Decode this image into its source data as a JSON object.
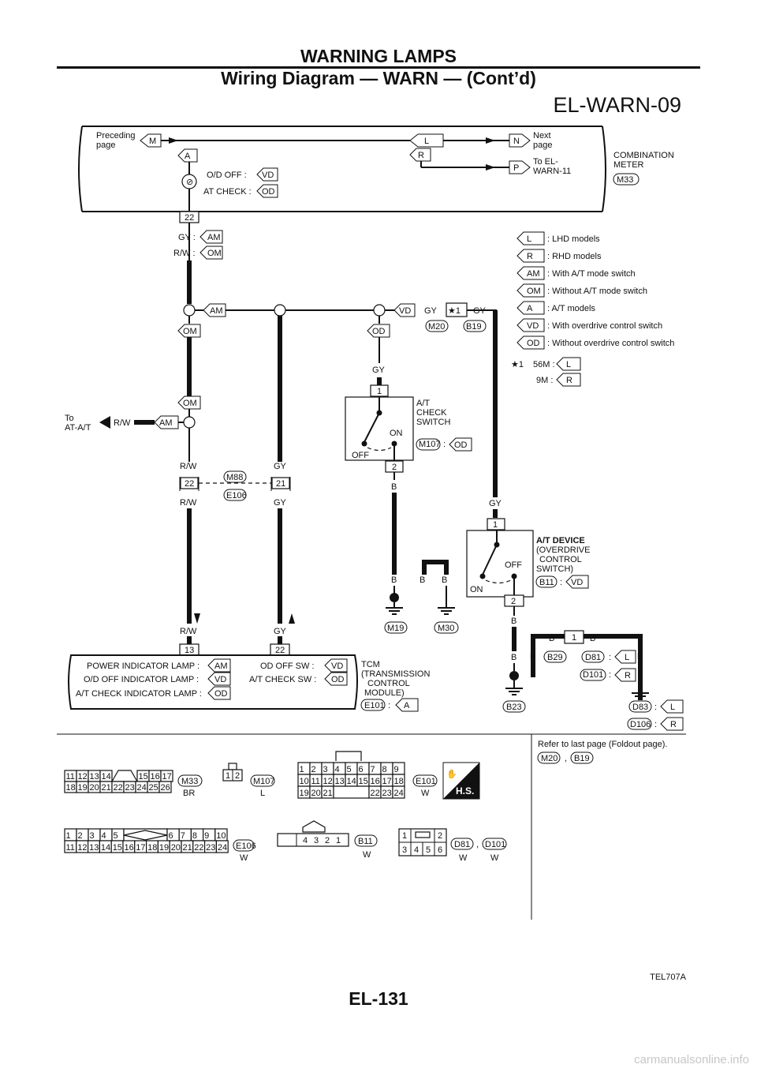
{
  "header": {
    "section": "WARNING LAMPS",
    "subtitle": "Wiring Diagram — WARN — (Cont’d)",
    "sheet": "EL-WARN-09"
  },
  "meter": {
    "preceding": "Preceding",
    "preceding2": "page",
    "next": "Next",
    "next2": "page",
    "to_el": "To EL-",
    "to_el2": "WARN-11",
    "name": "COMBINATION",
    "name2": "METER",
    "conn": "M33",
    "M": "M",
    "A": "A",
    "L": "L",
    "R": "R",
    "N": "N",
    "P": "P",
    "odoff": "O/D OFF  :",
    "atcheck": "AT CHECK  :",
    "VD": "VD",
    "OD": "OD",
    "pin": "22"
  },
  "legend": [
    {
      "tag": "L",
      "text": ": LHD models"
    },
    {
      "tag": "R",
      "text": ": RHD models"
    },
    {
      "tag": "AM",
      "text": ": With A/T mode switch"
    },
    {
      "tag": "OM",
      "text": ": Without A/T mode switch"
    },
    {
      "tag": "A",
      "text": ": A/T models"
    },
    {
      "tag": "VD",
      "text": ": With overdrive control switch"
    },
    {
      "tag": "OD",
      "text": ": Without overdrive control switch"
    }
  ],
  "star": {
    "mark": "★1",
    "line1": "56M :",
    "tag1": "L",
    "line2": "9M :",
    "tag2": "R"
  },
  "wires": {
    "GY": "GY",
    "RW": "R/W",
    "B": "B",
    "gy_colon": "GY :",
    "rw_colon": "R/W :",
    "AM": "AM",
    "OM": "OM",
    "VD": "VD",
    "OD": "OD",
    "to": "To",
    "to2": "AT-A/T",
    "star1": "★1",
    "m20": "M20",
    "b19": "B19",
    "m88": "M88",
    "e106": "E106",
    "p22": "22",
    "p21": "21",
    "p1": "1",
    "p2": "2",
    "p13": "13"
  },
  "atcheck": {
    "l1": "A/T",
    "l2": "CHECK",
    "l3": "SWITCH",
    "on": "ON",
    "off": "OFF",
    "conn": "M107",
    "colon": ":",
    "tag": "OD"
  },
  "atdevice": {
    "l1": "A/T DEVICE",
    "l2": "(OVERDRIVE",
    "l3": "CONTROL",
    "l4": "SWITCH)",
    "on": "ON",
    "off": "OFF",
    "conn": "B11",
    "colon": ":",
    "tag": "VD"
  },
  "grounds": {
    "m19": "M19",
    "m30": "M30",
    "b23": "B23"
  },
  "lower_right": {
    "b29": "B29",
    "d81": "D81",
    "d101": "D101",
    "d83": "D83",
    "d106": "D106",
    "L": "L",
    "R": "R",
    "colon": ":",
    "one": "1"
  },
  "tcm": {
    "power": "POWER INDICATOR LAMP :",
    "odoff": "O/D OFF INDICATOR LAMP :",
    "atcheck": "A/T CHECK INDICATOR LAMP :",
    "odsw": "OD OFF SW :",
    "atsw": "A/T CHECK SW :",
    "AM": "AM",
    "VD": "VD",
    "OD": "OD",
    "name1": "TCM",
    "name2": "(TRANSMISSION",
    "name3": "CONTROL",
    "name4": "MODULE)",
    "conn": "E101",
    "colon": ":",
    "tag": "A"
  },
  "connectors": {
    "m33_top": [
      "11",
      "12",
      "13",
      "14",
      "15",
      "16",
      "17"
    ],
    "m33_bot": [
      "18",
      "19",
      "20",
      "21",
      "22",
      "23",
      "24",
      "25",
      "26"
    ],
    "m33": "M33",
    "m33c": "BR",
    "m107_pins": [
      "1",
      "2"
    ],
    "m107": "M107",
    "m107c": "L",
    "e101_top": [
      "1",
      "2",
      "3",
      "4",
      "5",
      "6",
      "7",
      "8",
      "9"
    ],
    "e101_mid": [
      "10",
      "11",
      "12",
      "13",
      "14",
      "15",
      "16",
      "17",
      "18"
    ],
    "e101_bot": [
      "19",
      "20",
      "21",
      "22",
      "23",
      "24"
    ],
    "e101": "E101",
    "e101c": "W",
    "hs": "H.S.",
    "e106_top": [
      "1",
      "2",
      "3",
      "4",
      "5",
      "6",
      "7",
      "8",
      "9",
      "10"
    ],
    "e106_bot": [
      "11",
      "12",
      "13",
      "14",
      "15",
      "16",
      "17",
      "18",
      "19",
      "20",
      "21",
      "22",
      "23",
      "24"
    ],
    "e106": "E106",
    "e106c": "W",
    "b11_pins": [
      "4",
      "3",
      "2",
      "1"
    ],
    "b11": "B11",
    "b11c": "W",
    "d81_top": [
      "1",
      "2"
    ],
    "d81_bot": [
      "3",
      "4",
      "5",
      "6"
    ],
    "d81": "D81",
    "d81c": "W",
    "comma": ",",
    "d101": "D101",
    "d101c": "W",
    "refer": "Refer to last page (Foldout page).",
    "ref_m20": "M20",
    "ref_b19": "B19"
  },
  "figure_id": "TEL707A",
  "page_number": "EL-131",
  "footer": "carmanualsonline.info"
}
